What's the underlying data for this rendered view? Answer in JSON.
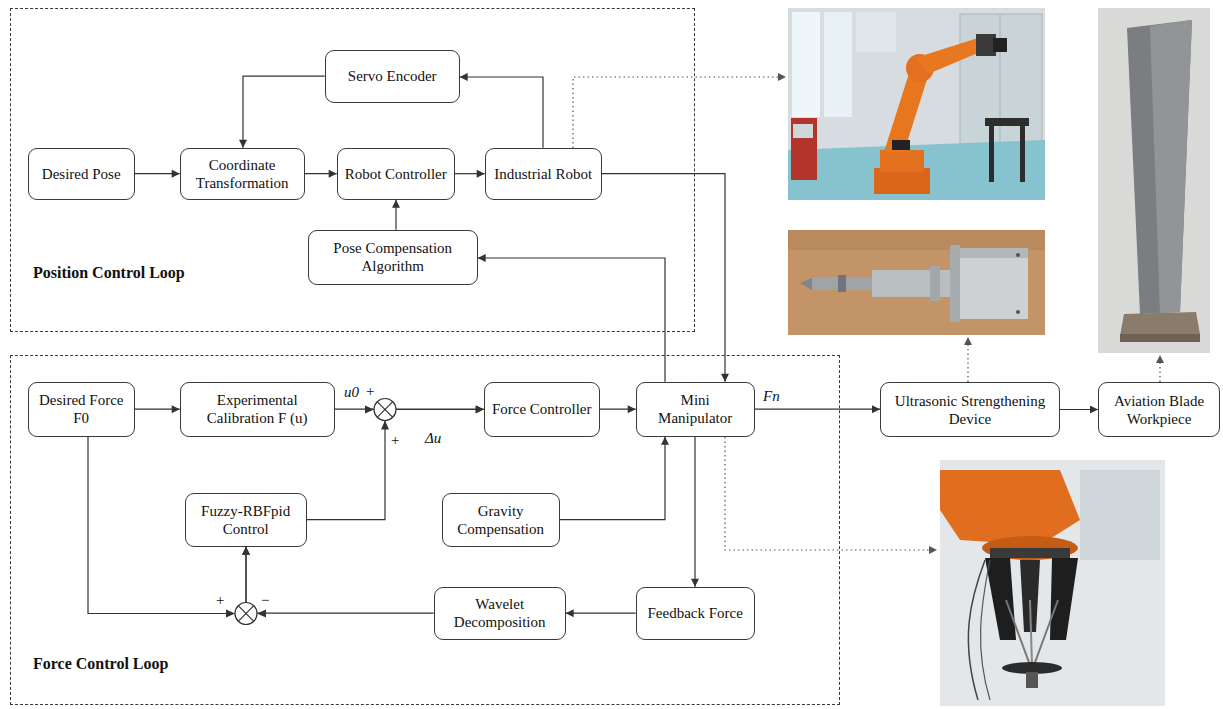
{
  "diagram": {
    "nodes": [
      {
        "text": [
          "Position Control Loop"
        ]
      },
      {
        "text": [
          "Servo Encoder"
        ],
        "in": 0
      },
      {
        "text": [
          "Desired Pose"
        ],
        "in": 0
      },
      {
        "text": [
          "Coordinate Transformation"
        ],
        "in": 0
      },
      {
        "text": [
          "Robot Controller"
        ],
        "in": 0
      },
      {
        "text": [
          "Industrial Robot"
        ],
        "in": 0
      },
      {
        "text": [
          "Pose Compensation Algorithm"
        ],
        "in": 0
      },
      {
        "text": [
          "Force Control Loop"
        ]
      },
      {
        "text": [
          "Desired Force F0"
        ],
        "in": 7
      },
      {
        "text": [
          "Experimental Calibration F (u)"
        ],
        "in": 7
      },
      {
        "text": [
          "Force Controller"
        ],
        "in": 7
      },
      {
        "text": [
          "Mini Manipulator"
        ],
        "in": 7
      },
      {
        "text": [
          "Fuzzy-RBFpid Control"
        ],
        "in": 7
      },
      {
        "text": [
          "Gravity Compensation"
        ],
        "in": 7
      },
      {
        "text": [
          "Feedback Force"
        ],
        "in": 7
      },
      {
        "text": [
          "Wavelet Decomposition"
        ],
        "in": 7
      },
      {
        "text": [
          "Ultrasonic Strengthening Device"
        ]
      },
      {
        "text": [
          "Aviation Blade Workpiece"
        ]
      }
    ],
    "edges": [
      {
        "from": 1,
        "to": 3,
        "arrow": "to"
      },
      {
        "from": 5,
        "to": 1,
        "arrow": "to"
      },
      {
        "from": 2,
        "to": 3,
        "arrow": "to"
      },
      {
        "from": 3,
        "to": 4,
        "arrow": "to"
      },
      {
        "from": 4,
        "to": 5,
        "arrow": "to"
      },
      {
        "from": 6,
        "to": 4,
        "arrow": "to"
      },
      {
        "from": 11,
        "to": 6,
        "arrow": "to"
      },
      {
        "from": 5,
        "to": 11,
        "arrow": "to"
      },
      {
        "from": 8,
        "to": 9,
        "arrow": "to"
      },
      {
        "from": 9,
        "to": 10,
        "arrow": "to"
      },
      {
        "from": 12,
        "to": 10,
        "arrow": "to"
      },
      {
        "from": 10,
        "to": 11,
        "arrow": "to"
      },
      {
        "from": 13,
        "to": 11,
        "arrow": "to"
      },
      {
        "from": 11,
        "to": 14,
        "arrow": "to"
      },
      {
        "from": 14,
        "to": 15,
        "arrow": "to"
      },
      {
        "from": 15,
        "to": 12,
        "arrow": "to"
      },
      {
        "from": 8,
        "to": 12,
        "arrow": "to"
      },
      {
        "from": 11,
        "to": 16,
        "arrow": "to"
      },
      {
        "from": 16,
        "to": 17,
        "arrow": "to"
      }
    ],
    "labels": [
      "u0",
      "+",
      "+",
      "Δu",
      "+",
      "−",
      "Fn"
    ]
  }
}
